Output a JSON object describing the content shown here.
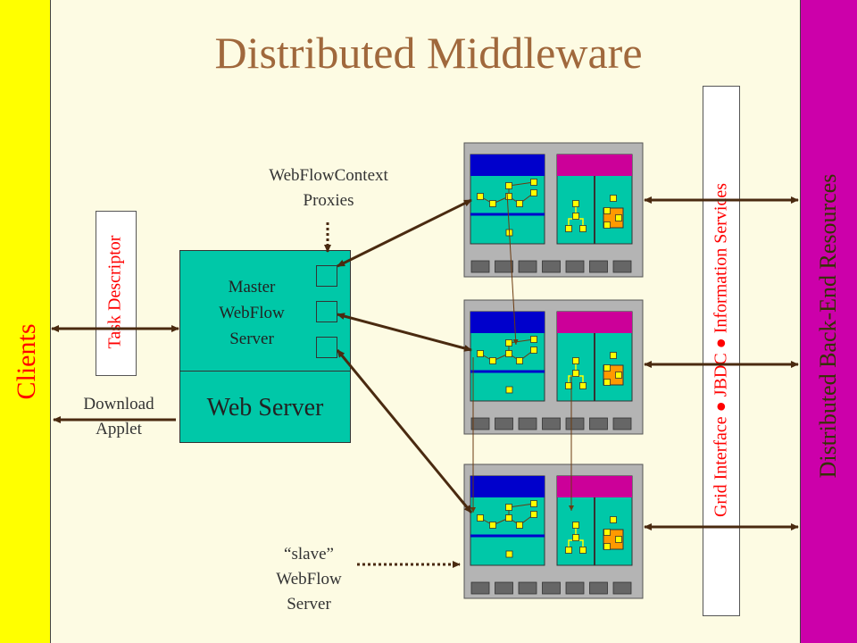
{
  "title": "Distributed Middleware",
  "clients_label": "Clients",
  "backend_label": "Distributed Back-End Resources",
  "task_descriptor": "Task Descriptor",
  "grid_interface": "Grid Interface ● JBDC ● Information Services",
  "download_applet": [
    "Download",
    "Applet"
  ],
  "webflow_context": [
    "WebFlowContext",
    "Proxies"
  ],
  "master_server": [
    "Master",
    "WebFlow",
    "Server"
  ],
  "web_server": "Web Server",
  "slave_server": [
    "“slave”",
    "WebFlow",
    "Server"
  ],
  "colors": {
    "background": "#fdfbe3",
    "clients_bar": "#ffff00",
    "backend_bar": "#cc00aa",
    "title": "#a0683c",
    "vertical_label": "#ff0000",
    "server_fill": "#00c8a8",
    "node_panel": "#00c8a8",
    "node_header_blue": "#0000cc",
    "node_header_magenta": "#cc0099",
    "chip_fill": "#ffff00",
    "chip_orange": "#ff9900",
    "arrow": "#4a2a10"
  },
  "nodes": [
    {
      "name": "node-top"
    },
    {
      "name": "node-middle"
    },
    {
      "name": "node-bottom"
    }
  ]
}
